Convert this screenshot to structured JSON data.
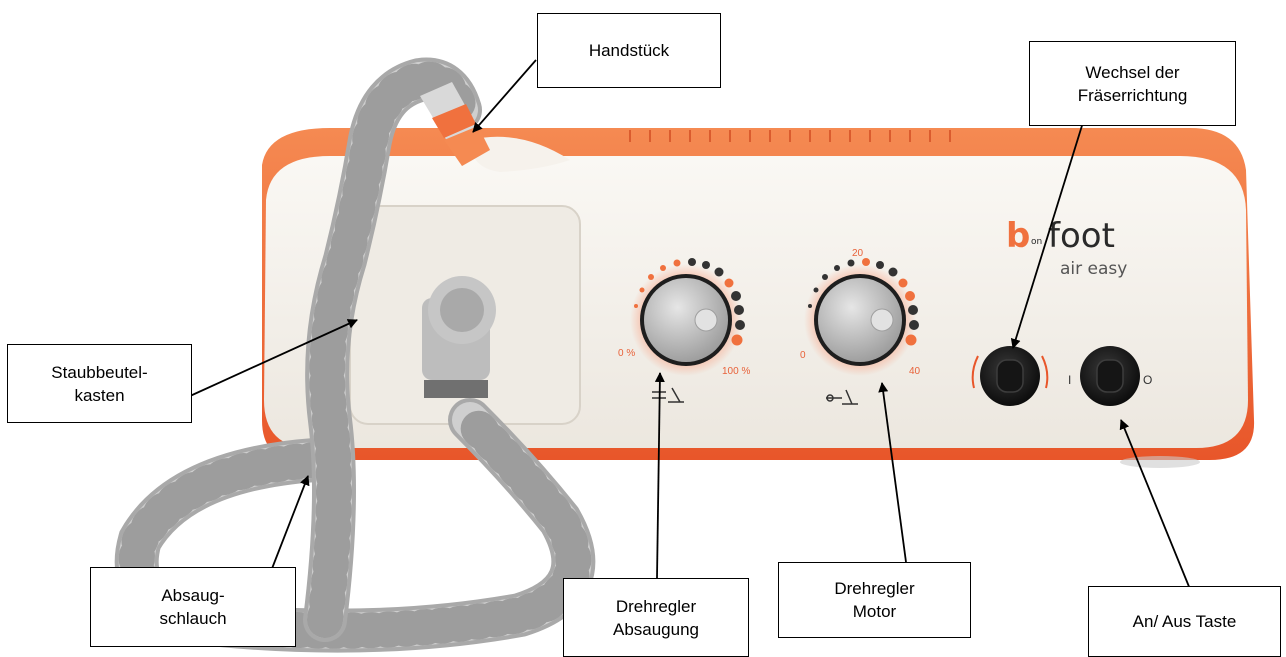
{
  "labels": {
    "handstueck": "Handstück",
    "fraeserrichtung": "Wechsel der\nFräserrichtung",
    "staubbeutel": "Staubbeutel-\nkasten",
    "absaugschlauch": "Absaug-\nschlauch",
    "drehregler_absaugung": "Drehregler\nAbsaugung",
    "drehregler_motor": "Drehregler\nMotor",
    "an_aus": "An/ Aus Taste"
  },
  "device": {
    "brand_b": "b",
    "brand_on": "on",
    "brand_foot": "foot",
    "brand_sub": "air easy",
    "dial_left_min": "0 %",
    "dial_left_max": "100 %",
    "dial_right_min": "0",
    "dial_right_mid": "20",
    "dial_right_max": "40",
    "switch_on_mark": "I",
    "switch_off_mark": "O"
  },
  "colors": {
    "accent_orange": "#f0713e",
    "body_cream": "#f3efe9",
    "hose_gray": "#c9c9c9",
    "knob_gray": "#cfcfcf"
  }
}
